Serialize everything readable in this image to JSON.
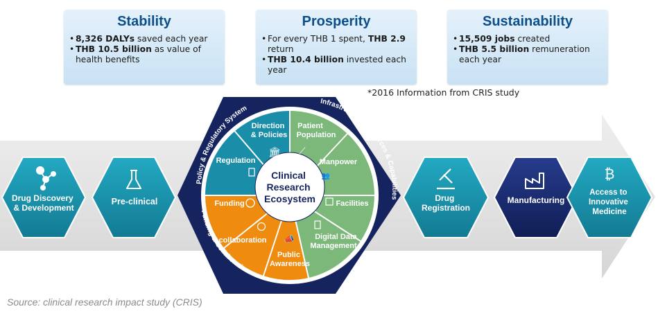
{
  "boxes": {
    "stability": {
      "title": "Stability",
      "b1_bold": "8,326 DALYs",
      "b1_rest": " saved each year",
      "b2_bold": "THB 10.5 billion",
      "b2_rest": " as value of health benefits"
    },
    "prosperity": {
      "title": "Prosperity",
      "b1_pre": "For every THB 1 spent, ",
      "b1_bold": "THB 2.9",
      "b1_rest": " return",
      "b2_bold": "THB 10.4 billion",
      "b2_rest": " invested each year"
    },
    "sustainability": {
      "title": "Sustainability",
      "b1_bold": "15,509 jobs",
      "b1_rest": " created",
      "b2_bold": "THB 5.5 billion",
      "b2_rest": " remuneration each year"
    }
  },
  "note": "*2016 Information from CRIS study",
  "pipeline": {
    "drug_discovery": [
      "Drug Discovery",
      "& Development"
    ],
    "pre_clinical": "Pre-clinical",
    "drug_registration": [
      "Drug",
      "Registration"
    ],
    "manufacturing": "Manufacturing",
    "access": [
      "Access to",
      "Innovative",
      "Medicine"
    ]
  },
  "ecosystem": {
    "center": [
      "Clinical",
      "Research",
      "Ecosystem"
    ],
    "ring_policy": "Policy & Regulatory System",
    "ring_infra": "Infrastructure, Resources & Capabilities",
    "ring_funding": "Funding & Collaboration",
    "segments": {
      "direction": [
        "Direction",
        "& Policies"
      ],
      "patient": [
        "Patient",
        "Population"
      ],
      "regulation": "Regulation",
      "manpower": "Manpower",
      "facilities": "Facilities",
      "digital": [
        "Digital Data",
        "Management"
      ],
      "public": [
        "Public",
        "Awareness"
      ],
      "collaboration": "collaboration",
      "funding": "Funding"
    }
  },
  "source": "Source: clinical research impact study (CRIS)",
  "colors": {
    "teal": "#1a8ea8",
    "navy": "#17286b",
    "green": "#7cb87a",
    "orange": "#ef8c10",
    "title_blue": "#0b4f8a"
  }
}
